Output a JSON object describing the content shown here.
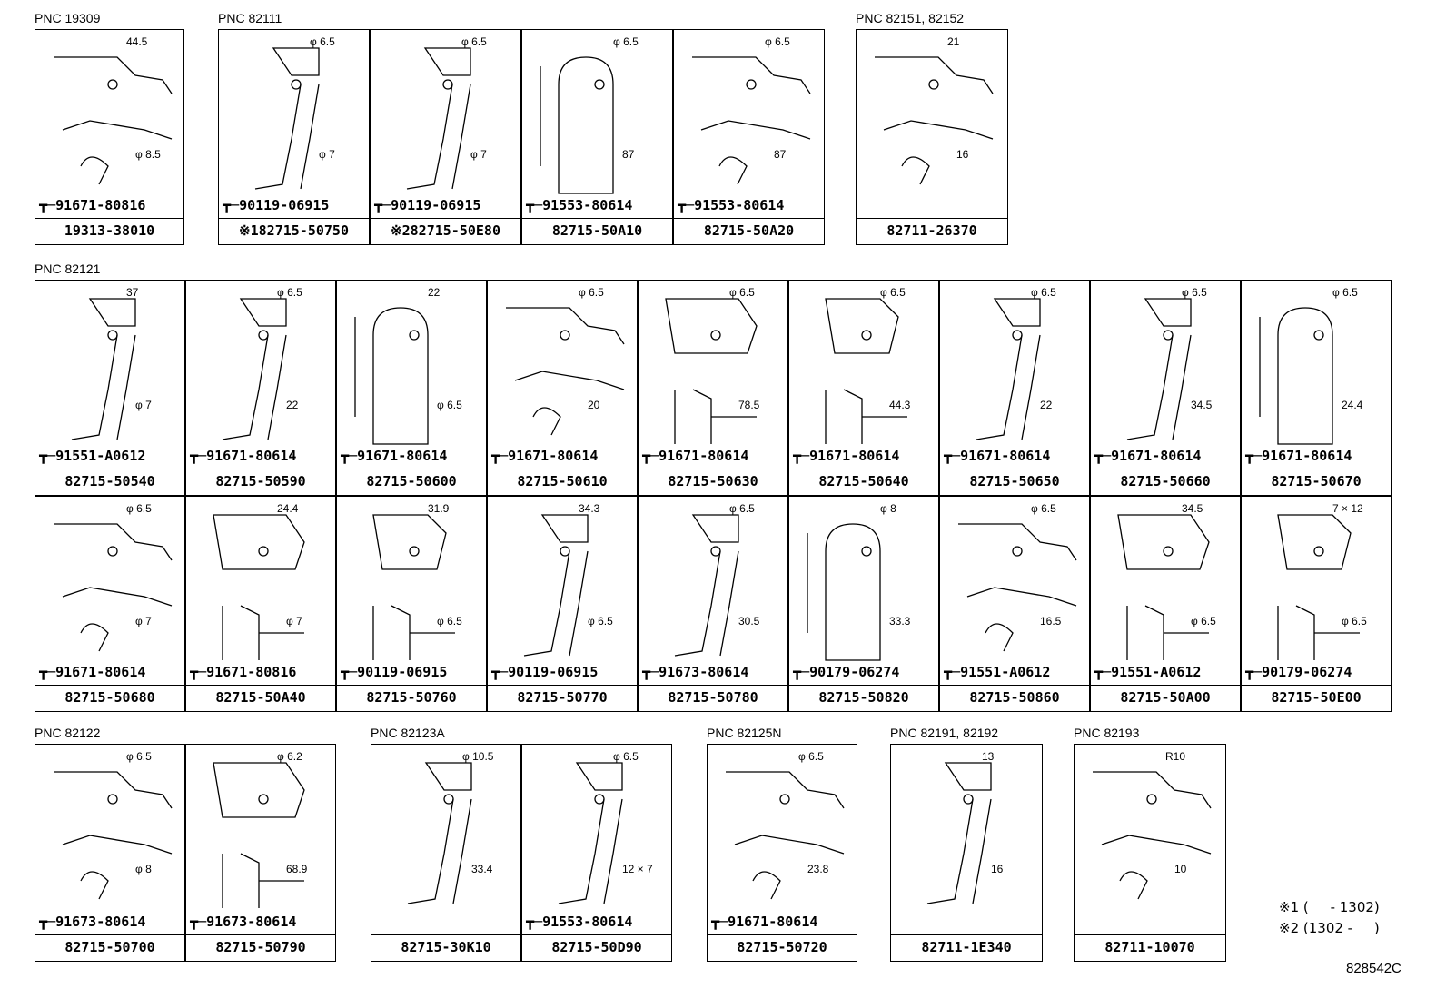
{
  "groups": [
    {
      "pnc": "PNC 19309",
      "cells": [
        {
          "part": "19313-38010",
          "bolt": "91671-80816",
          "dims": [
            "44.5",
            "φ 8.5"
          ]
        }
      ]
    },
    {
      "pnc": "PNC 82111",
      "cells": [
        {
          "part": "※182715-50750",
          "bolt": "90119-06915",
          "dims": [
            "φ 6.5",
            "φ 7"
          ]
        },
        {
          "part": "※282715-50E80",
          "bolt": "90119-06915",
          "dims": [
            "φ 6.5",
            "φ 7"
          ]
        },
        {
          "part": "82715-50A10",
          "bolt": "91553-80614",
          "dims": [
            "φ 6.5",
            "87"
          ]
        },
        {
          "part": "82715-50A20",
          "bolt": "91553-80614",
          "dims": [
            "φ 6.5",
            "87"
          ]
        }
      ]
    },
    {
      "pnc": "PNC 82151, 82152",
      "cells": [
        {
          "part": "82711-26370",
          "bolt": "",
          "dims": [
            "21",
            "16"
          ]
        }
      ]
    },
    {
      "pnc": "PNC 82121",
      "cells": [
        {
          "part": "82715-50540",
          "bolt": "91551-A0612",
          "dims": [
            "37",
            "φ 7"
          ]
        },
        {
          "part": "82715-50590",
          "bolt": "91671-80614",
          "dims": [
            "φ 6.5",
            "22"
          ]
        },
        {
          "part": "82715-50600",
          "bolt": "91671-80614",
          "dims": [
            "22",
            "φ 6.5"
          ]
        },
        {
          "part": "82715-50610",
          "bolt": "91671-80614",
          "dims": [
            "φ 6.5",
            "20"
          ]
        },
        {
          "part": "82715-50630",
          "bolt": "91671-80614",
          "dims": [
            "φ 6.5",
            "78.5"
          ]
        },
        {
          "part": "82715-50640",
          "bolt": "91671-80614",
          "dims": [
            "φ 6.5",
            "44.3"
          ]
        },
        {
          "part": "82715-50650",
          "bolt": "91671-80614",
          "dims": [
            "φ 6.5",
            "22"
          ]
        },
        {
          "part": "82715-50660",
          "bolt": "91671-80614",
          "dims": [
            "φ 6.5",
            "34.5"
          ]
        },
        {
          "part": "82715-50670",
          "bolt": "91671-80614",
          "dims": [
            "φ 6.5",
            "24.4"
          ]
        },
        {
          "part": "82715-50680",
          "bolt": "91671-80614",
          "dims": [
            "φ 6.5",
            "φ 7"
          ]
        },
        {
          "part": "82715-50A40",
          "bolt": "91671-80816",
          "dims": [
            "24.4",
            "φ 7"
          ]
        },
        {
          "part": "82715-50760",
          "bolt": "90119-06915",
          "dims": [
            "31.9",
            "φ 6.5"
          ]
        },
        {
          "part": "82715-50770",
          "bolt": "90119-06915",
          "dims": [
            "34.3",
            "φ 6.5"
          ]
        },
        {
          "part": "82715-50780",
          "bolt": "91673-80614",
          "dims": [
            "φ 6.5",
            "30.5"
          ]
        },
        {
          "part": "82715-50820",
          "bolt": "90179-06274",
          "dims": [
            "φ 8",
            "33.3"
          ]
        },
        {
          "part": "82715-50860",
          "bolt": "91551-A0612",
          "dims": [
            "φ 6.5",
            "16.5"
          ]
        },
        {
          "part": "82715-50A00",
          "bolt": "91551-A0612",
          "dims": [
            "34.5",
            "φ 6.5"
          ]
        },
        {
          "part": "82715-50E00",
          "bolt": "90179-06274",
          "dims": [
            "7 × 12",
            "φ 6.5"
          ]
        }
      ]
    },
    {
      "pnc": "PNC 82122",
      "cells": [
        {
          "part": "82715-50700",
          "bolt": "91673-80614",
          "dims": [
            "φ 6.5",
            "φ 8"
          ]
        },
        {
          "part": "82715-50790",
          "bolt": "91673-80614",
          "dims": [
            "φ 6.2",
            "68.9"
          ]
        }
      ]
    },
    {
      "pnc": "PNC 82123A",
      "cells": [
        {
          "part": "82715-30K10",
          "bolt": "",
          "dims": [
            "φ 10.5",
            "33.4"
          ]
        },
        {
          "part": "82715-50D90",
          "bolt": "91553-80614",
          "dims": [
            "φ 6.5",
            "12 × 7"
          ]
        }
      ]
    },
    {
      "pnc": "PNC 82125N",
      "cells": [
        {
          "part": "82715-50720",
          "bolt": "91671-80614",
          "dims": [
            "φ 6.5",
            "23.8"
          ]
        }
      ]
    },
    {
      "pnc": "PNC 82191, 82192",
      "cells": [
        {
          "part": "82711-1E340",
          "bolt": "",
          "dims": [
            "13",
            "16"
          ]
        }
      ]
    },
    {
      "pnc": "PNC 82193",
      "cells": [
        {
          "part": "82711-10070",
          "bolt": "",
          "dims": [
            "R10",
            "10"
          ]
        }
      ]
    }
  ],
  "notes": [
    "※1 (     - 1302)",
    "※2 (1302 -     )"
  ],
  "figure_code": "828542C"
}
